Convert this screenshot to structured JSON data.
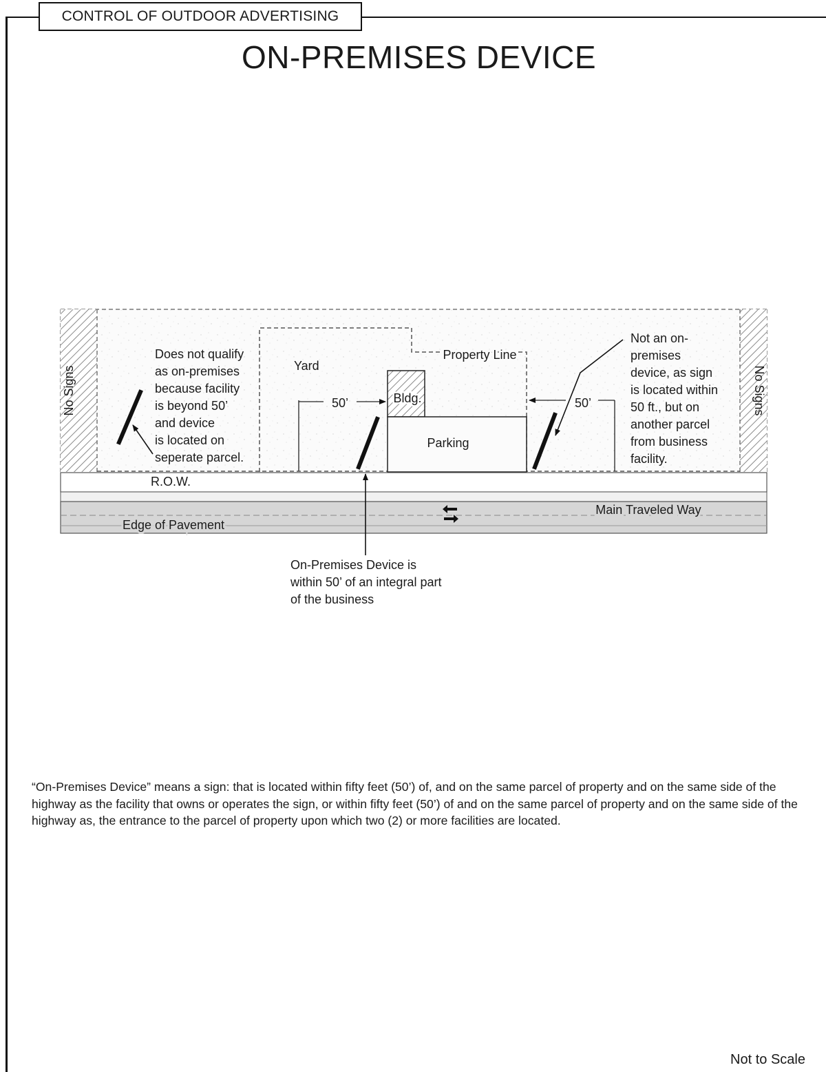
{
  "header": {
    "section_label": "CONTROL OF OUTDOOR ADVERTISING",
    "title": "ON-PREMISES DEVICE"
  },
  "diagram": {
    "no_signs_left": "No Signs",
    "no_signs_right": "No Signs",
    "yard_label": "Yard",
    "property_line_label": "Property Line",
    "building_label": "Bldg.",
    "parking_label": "Parking",
    "dist_left": "50’",
    "dist_right": "50’",
    "row_label": "R.O.W.",
    "main_traveled_way_label": "Main Traveled Way",
    "edge_of_pavement_label": "Edge of Pavement",
    "left_note": [
      "Does not qualify",
      "as on-premises",
      "because facility",
      "is beyond 50’",
      "and device",
      "is located on",
      "seperate parcel."
    ],
    "right_note": [
      "Not an on-",
      "premises",
      "device, as sign",
      "is located within",
      "50 ft., but on",
      "another parcel",
      "from business",
      "facility."
    ],
    "bottom_note": [
      "On-Premises Device is",
      "within 50’ of an integral part",
      "of the business"
    ]
  },
  "definition": "“On-Premises Device” means a sign: that is located within fifty feet (50’) of, and on the same parcel of property and on the same side of the highway as the facility that owns or operates the sign, or within fifty feet (50’) of and on the same parcel of property and on the same side of the highway as, the entrance to the parcel of property upon which two (2) or more facilities are located.",
  "footer": {
    "scale_note": "Not to Scale"
  }
}
